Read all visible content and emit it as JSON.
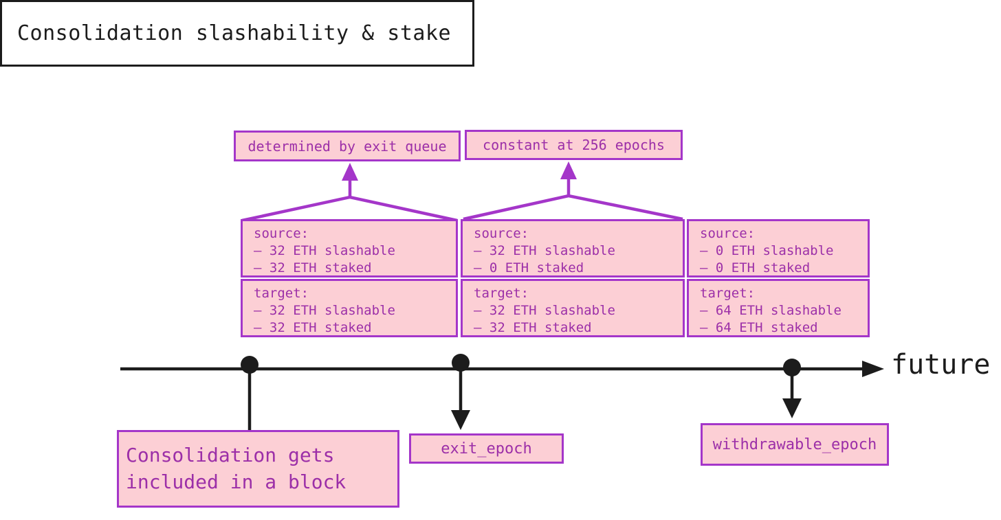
{
  "title": "Consolidation slashability & stake",
  "annotations": [
    {
      "label": "determined by exit queue"
    },
    {
      "label": "constant at 256 epochs"
    }
  ],
  "stages": [
    {
      "source": {
        "heading": "source:",
        "lines": [
          "– 32 ETH slashable",
          "– 32 ETH staked"
        ]
      },
      "target": {
        "heading": "target:",
        "lines": [
          "– 32 ETH slashable",
          "– 32 ETH staked"
        ]
      }
    },
    {
      "source": {
        "heading": "source:",
        "lines": [
          "– 32 ETH slashable",
          "– 0 ETH staked"
        ]
      },
      "target": {
        "heading": "target:",
        "lines": [
          "– 32 ETH slashable",
          "– 32 ETH staked"
        ]
      }
    },
    {
      "source": {
        "heading": "source:",
        "lines": [
          "– 0 ETH slashable",
          "– 0 ETH staked"
        ]
      },
      "target": {
        "heading": "target:",
        "lines": [
          "– 64 ETH slashable",
          "– 64 ETH staked"
        ]
      }
    }
  ],
  "timeline": {
    "future_label": "future",
    "events": [
      {
        "label": "Consolidation gets included in a block"
      },
      {
        "label": "exit_epoch"
      },
      {
        "label": "withdrawable_epoch"
      }
    ]
  },
  "colors": {
    "border_purple": "#a436c9",
    "fill_pink": "#fccfd5",
    "text_purple": "#9c2fa8",
    "ink": "#1c1c1c",
    "bg": "#ffffff"
  }
}
